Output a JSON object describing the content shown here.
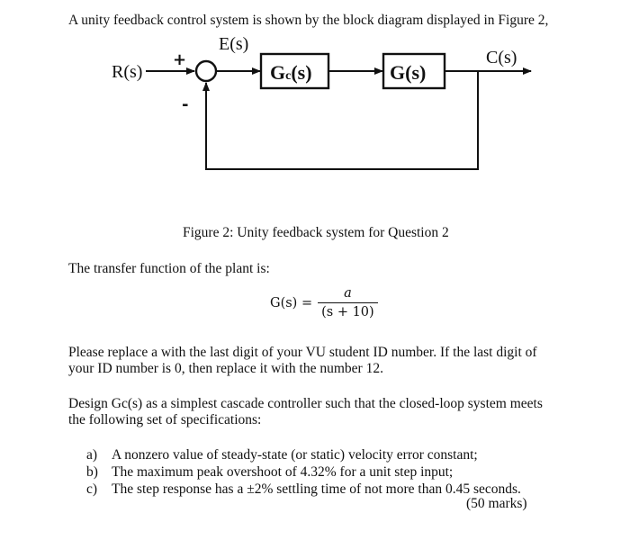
{
  "intro": "A unity feedback control system is shown by the block diagram displayed in Figure 2,",
  "diagram": {
    "input_label": "R(s)",
    "error_label": "E(s)",
    "output_label": "C(s)",
    "plus_sign": "+",
    "minus_sign": "-",
    "controller_label": "Gc(s)",
    "plant_label": "G(s)"
  },
  "caption": "Figure 2: Unity feedback system for Question 2",
  "plant_intro": "The transfer function of the plant is:",
  "equation": {
    "lhs": "G(s) =",
    "numerator": "a",
    "denominator": "(s + 10)"
  },
  "instruction": {
    "line1": "Please replace a with the last digit of your VU student ID number. If the last digit of",
    "line2": "your ID number is 0, then replace it with the number 12."
  },
  "design": {
    "line1": "Design Gc(s) as a simplest cascade controller such that the closed-loop system meets",
    "line2": "the following set of specifications:"
  },
  "specs": [
    {
      "label": "a)",
      "text": "A nonzero value of steady-state (or static) velocity error constant;"
    },
    {
      "label": "b)",
      "text": "The maximum peak overshoot of 4.32% for a unit step input;"
    },
    {
      "label": "c)",
      "text": "The step response has a ±2% settling time of not more than 0.45 seconds."
    }
  ],
  "marks": "(50 marks)"
}
